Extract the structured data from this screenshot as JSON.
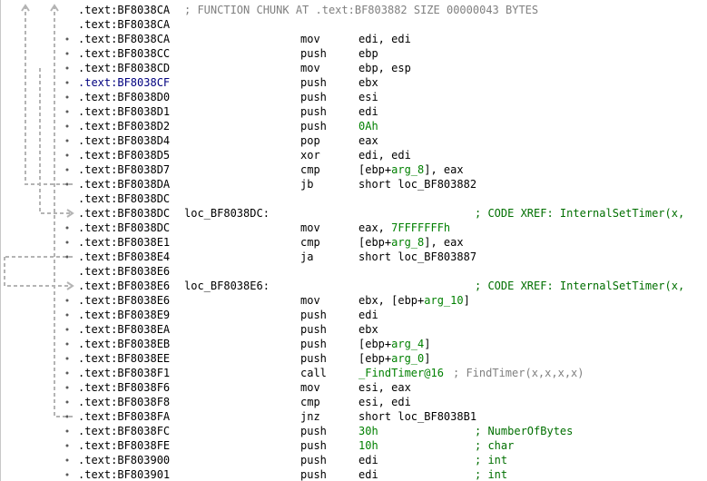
{
  "disasm": {
    "lines": [
      {
        "addr": ".text:BF8038CA",
        "label": "",
        "mnemonic": "",
        "operands": [],
        "comment": "; FUNCTION CHUNK AT .text:BF803882 SIZE 00000043 BYTES",
        "comment_kind": "chunk"
      },
      {
        "addr": ".text:BF8038CA",
        "label": "",
        "mnemonic": "",
        "operands": [],
        "comment": ""
      },
      {
        "addr": ".text:BF8038CA",
        "label": "",
        "mnemonic": "mov",
        "operands": [
          {
            "t": "edi, edi"
          }
        ],
        "comment": ""
      },
      {
        "addr": ".text:BF8038CC",
        "label": "",
        "mnemonic": "push",
        "operands": [
          {
            "t": "ebp"
          }
        ],
        "comment": ""
      },
      {
        "addr": ".text:BF8038CD",
        "label": "",
        "mnemonic": "mov",
        "operands": [
          {
            "t": "ebp, esp"
          }
        ],
        "comment": ""
      },
      {
        "addr": ".text:BF8038CF",
        "label": "",
        "mnemonic": "push",
        "operands": [
          {
            "t": "ebx"
          }
        ],
        "comment": "",
        "highlight": true
      },
      {
        "addr": ".text:BF8038D0",
        "label": "",
        "mnemonic": "push",
        "operands": [
          {
            "t": "esi"
          }
        ],
        "comment": ""
      },
      {
        "addr": ".text:BF8038D1",
        "label": "",
        "mnemonic": "push",
        "operands": [
          {
            "t": "edi"
          }
        ],
        "comment": ""
      },
      {
        "addr": ".text:BF8038D2",
        "label": "",
        "mnemonic": "push",
        "operands": [
          {
            "t": "0Ah",
            "c": "n"
          }
        ],
        "comment": ""
      },
      {
        "addr": ".text:BF8038D4",
        "label": "",
        "mnemonic": "pop",
        "operands": [
          {
            "t": "eax"
          }
        ],
        "comment": ""
      },
      {
        "addr": ".text:BF8038D5",
        "label": "",
        "mnemonic": "xor",
        "operands": [
          {
            "t": "edi, edi"
          }
        ],
        "comment": ""
      },
      {
        "addr": ".text:BF8038D7",
        "label": "",
        "mnemonic": "cmp",
        "operands": [
          {
            "t": "[ebp+"
          },
          {
            "t": "arg_8",
            "c": "v"
          },
          {
            "t": "], eax"
          }
        ],
        "comment": ""
      },
      {
        "addr": ".text:BF8038DA",
        "label": "",
        "mnemonic": "jb",
        "operands": [
          {
            "t": "short loc_BF803882"
          }
        ],
        "comment": ""
      },
      {
        "addr": ".text:BF8038DC",
        "label": "",
        "mnemonic": "",
        "operands": [],
        "comment": ""
      },
      {
        "addr": ".text:BF8038DC",
        "label": "loc_BF8038DC:",
        "mnemonic": "",
        "operands": [],
        "comment": "; CODE XREF: InternalSetTimer(x,",
        "comment_kind": "xref"
      },
      {
        "addr": ".text:BF8038DC",
        "label": "",
        "mnemonic": "mov",
        "operands": [
          {
            "t": "eax, "
          },
          {
            "t": "7FFFFFFFh",
            "c": "n"
          }
        ],
        "comment": ""
      },
      {
        "addr": ".text:BF8038E1",
        "label": "",
        "mnemonic": "cmp",
        "operands": [
          {
            "t": "[ebp+"
          },
          {
            "t": "arg_8",
            "c": "v"
          },
          {
            "t": "], eax"
          }
        ],
        "comment": ""
      },
      {
        "addr": ".text:BF8038E4",
        "label": "",
        "mnemonic": "ja",
        "operands": [
          {
            "t": "short loc_BF803887"
          }
        ],
        "comment": ""
      },
      {
        "addr": ".text:BF8038E6",
        "label": "",
        "mnemonic": "",
        "operands": [],
        "comment": ""
      },
      {
        "addr": ".text:BF8038E6",
        "label": "loc_BF8038E6:",
        "mnemonic": "",
        "operands": [],
        "comment": "; CODE XREF: InternalSetTimer(x,",
        "comment_kind": "xref"
      },
      {
        "addr": ".text:BF8038E6",
        "label": "",
        "mnemonic": "mov",
        "operands": [
          {
            "t": "ebx, [ebp+"
          },
          {
            "t": "arg_10",
            "c": "v"
          },
          {
            "t": "]"
          }
        ],
        "comment": ""
      },
      {
        "addr": ".text:BF8038E9",
        "label": "",
        "mnemonic": "push",
        "operands": [
          {
            "t": "edi"
          }
        ],
        "comment": ""
      },
      {
        "addr": ".text:BF8038EA",
        "label": "",
        "mnemonic": "push",
        "operands": [
          {
            "t": "ebx"
          }
        ],
        "comment": ""
      },
      {
        "addr": ".text:BF8038EB",
        "label": "",
        "mnemonic": "push",
        "operands": [
          {
            "t": "[ebp+"
          },
          {
            "t": "arg_4",
            "c": "v"
          },
          {
            "t": "]"
          }
        ],
        "comment": ""
      },
      {
        "addr": ".text:BF8038EE",
        "label": "",
        "mnemonic": "push",
        "operands": [
          {
            "t": "[ebp+"
          },
          {
            "t": "arg_0",
            "c": "v"
          },
          {
            "t": "]"
          }
        ],
        "comment": ""
      },
      {
        "addr": ".text:BF8038F1",
        "label": "",
        "mnemonic": "call",
        "operands": [
          {
            "t": "_FindTimer@16",
            "c": "n"
          }
        ],
        "comment": "; FindTimer(x,x,x,x)",
        "comment_kind": "inline"
      },
      {
        "addr": ".text:BF8038F6",
        "label": "",
        "mnemonic": "mov",
        "operands": [
          {
            "t": "esi, eax"
          }
        ],
        "comment": ""
      },
      {
        "addr": ".text:BF8038F8",
        "label": "",
        "mnemonic": "cmp",
        "operands": [
          {
            "t": "esi, edi"
          }
        ],
        "comment": ""
      },
      {
        "addr": ".text:BF8038FA",
        "label": "",
        "mnemonic": "jnz",
        "operands": [
          {
            "t": "short loc_BF8038B1"
          }
        ],
        "comment": ""
      },
      {
        "addr": ".text:BF8038FC",
        "label": "",
        "mnemonic": "push",
        "operands": [
          {
            "t": "30h",
            "c": "n"
          }
        ],
        "comment": "; NumberOfBytes",
        "comment_kind": "xref"
      },
      {
        "addr": ".text:BF8038FE",
        "label": "",
        "mnemonic": "push",
        "operands": [
          {
            "t": "10h",
            "c": "n"
          }
        ],
        "comment": "; char",
        "comment_kind": "xref"
      },
      {
        "addr": ".text:BF803900",
        "label": "",
        "mnemonic": "push",
        "operands": [
          {
            "t": "edi"
          }
        ],
        "comment": "; int",
        "comment_kind": "xref"
      },
      {
        "addr": ".text:BF803901",
        "label": "",
        "mnemonic": "push",
        "operands": [
          {
            "t": "edi"
          }
        ],
        "comment": "; int",
        "comment_kind": "xref"
      }
    ]
  },
  "colors": {
    "background": "#ffffff",
    "address": "#000000",
    "address_highlight": "#00007f",
    "number": "#008000",
    "comment": "#808080",
    "xref_comment": "#006f00",
    "flow_arrow": "#b4b4b4"
  },
  "icons": {
    "gutter_arrows": "control-flow-arrow-icon",
    "line_markers": "bullet-dot-icon"
  }
}
